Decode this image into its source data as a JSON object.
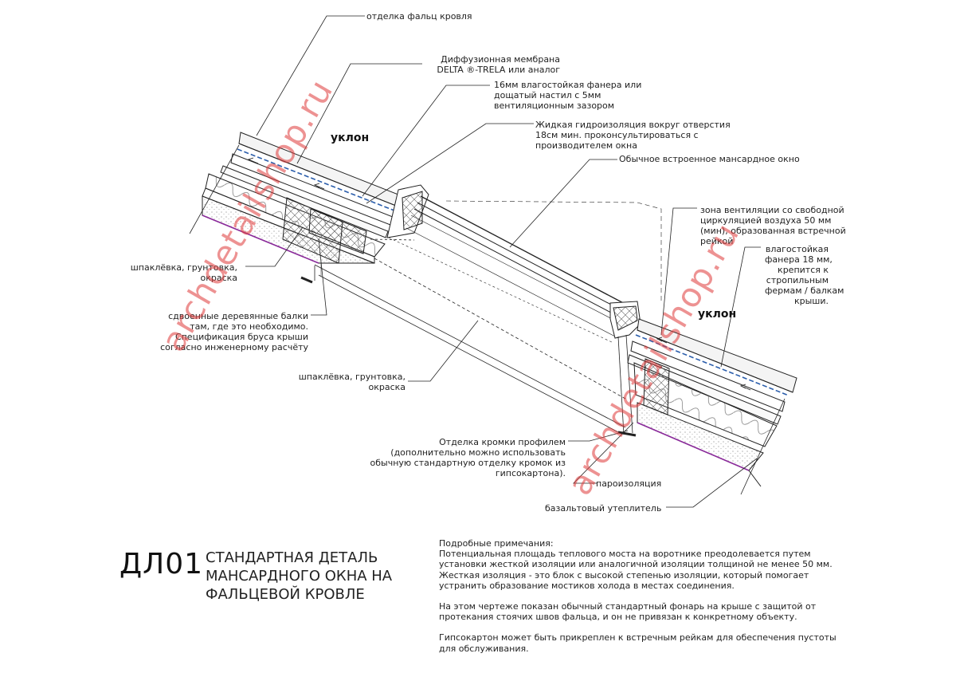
{
  "labels": {
    "finish": "отделка фальц кровля",
    "membrane": "Диффузионная мембрана\nDELTA ®-TRELA или аналог",
    "plywood16": "16мм влагостойкая фанера или\nдощатый настил с 5мм\nвентиляционным зазором",
    "liquid_wp": "Жидкая гидроизоляция вокруг отверстия\n18см мин. проконсультироваться с\nпроизводителем окна",
    "window": "Обычное встроенное мансардное окно",
    "vent_zone": "зона вентиляции со свободной\nциркуляцией воздуха 50 мм\n(мин), образованная встречной\nрейкой",
    "plywood18": "влагостойкая\nфанера 18 мм,\nкрепится к\nстропильным\nфермам / балкам\nкрыши.",
    "putty_top": "шпаклёвка, грунтовка,\nокраска",
    "double_beams": "сдвоенные деревянные балки\nтам, где это необходимо.\nСпецификация бруса крыши\nсогласно инженерному расчёту",
    "putty_mid": "шпаклёвка, грунтовка,\nокраска",
    "edge_trim": "Отделка кромки профилем\n(дополнительно можно использовать\nобычную стандартную отделку кромок из\nгипсокартона).",
    "vapor": "пароизоляция",
    "basalt": "базальтовый утеплитель",
    "slope_left": "уклон",
    "slope_right": "уклон"
  },
  "watermark": "archdetailshop.ru",
  "detail_code": "ДЛ01",
  "detail_title": "СТАНДАРТНАЯ ДЕТАЛЬ\nМАНСАРДНОГО ОКНА НА\nФАЛЬЦЕВОЙ КРОВЛЕ",
  "notes": [
    "Подробные примечания:\nПотенциальная площадь теплового моста на воротнике преодолевается путем\nустановки жесткой изоляции или аналогичной изоляции толщиной не менее 50 мм.\nЖесткая изоляция - это блок с высокой степенью изоляции, который помогает\nустранить образование мостиков холода в местах соединения.",
    "На этом чертеже показан обычный стандартный фонарь на крыше с защитой от\nпротекания стоячих швов фальца, и он не привязан к конкретному объекту.",
    "Гипсокартон может быть прикреплен к встречным рейкам для обеспечения пустоты\nдля обслуживания."
  ],
  "colors": {
    "line": "#222222",
    "membrane_blue": "#2a5dab",
    "vapor_purple": "#8a2a9a",
    "watermark_red": "#e03a3a",
    "hatch": "#777777"
  }
}
